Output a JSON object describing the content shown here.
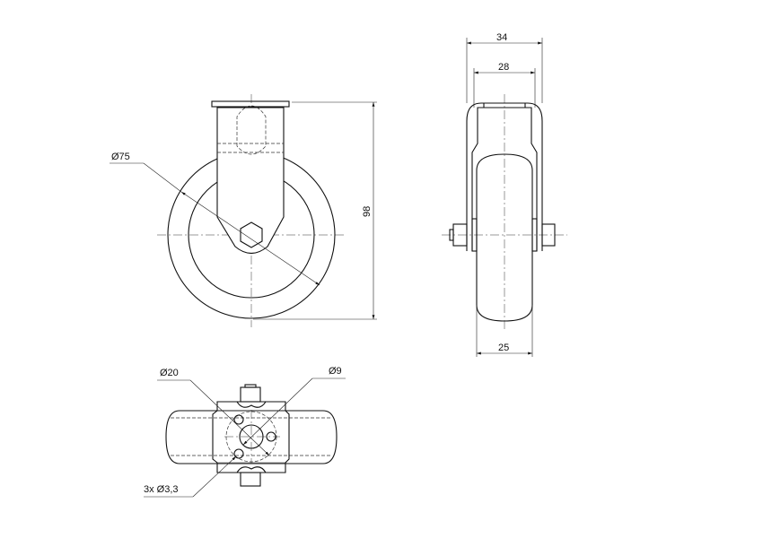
{
  "dimensions": {
    "wheel_diameter": "Ø75",
    "height": "98",
    "overall_width": "34",
    "fork_inner_width": "28",
    "wheel_width": "25",
    "bolt_circle": "Ø20",
    "center_hole": "Ø9",
    "mounting_holes": "3x Ø3,3"
  }
}
